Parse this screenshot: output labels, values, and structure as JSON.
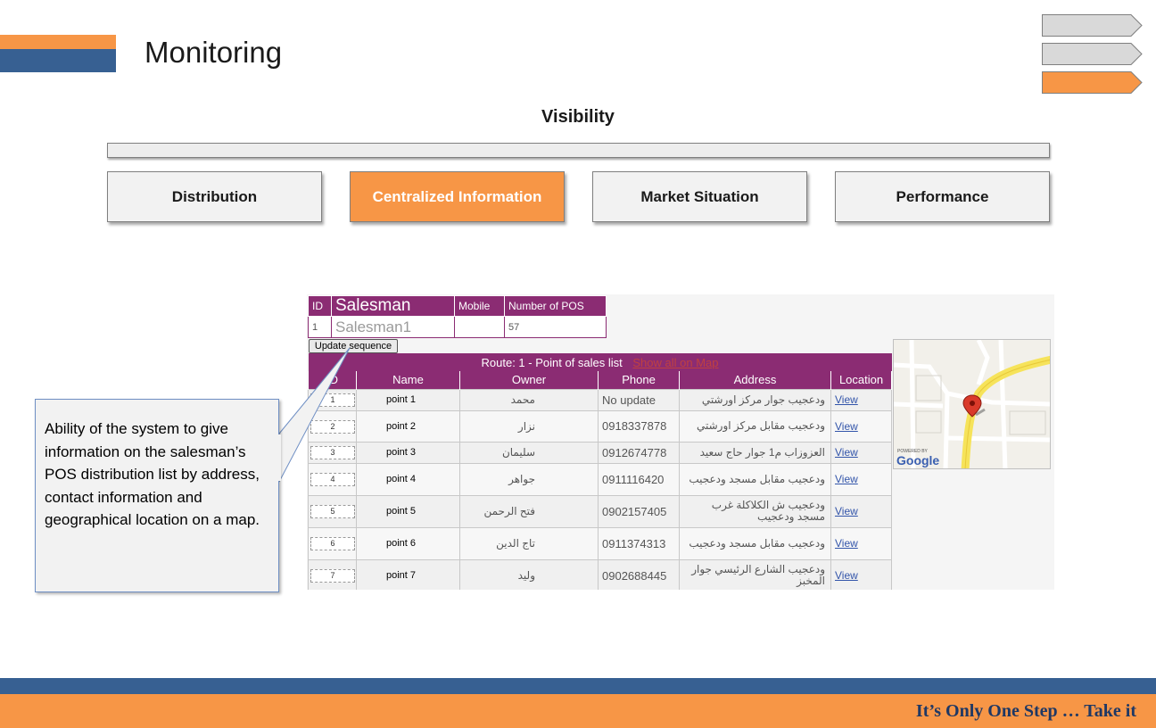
{
  "header": {
    "title": "Monitoring",
    "accent_orange": "#f79646",
    "accent_blue": "#376092"
  },
  "steps": [
    {
      "state": "inactive",
      "color": "#d9d9d9"
    },
    {
      "state": "inactive",
      "color": "#d9d9d9"
    },
    {
      "state": "active",
      "color": "#f79646"
    }
  ],
  "section": {
    "title": "Visibility"
  },
  "tabs": [
    {
      "label": "Distribution",
      "active": false
    },
    {
      "label": "Centralized Information",
      "active": true
    },
    {
      "label": "Market Situation",
      "active": false
    },
    {
      "label": "Performance",
      "active": false
    }
  ],
  "salesman_table": {
    "headers": [
      "ID",
      "Salesman",
      "Mobile",
      "Number of POS"
    ],
    "row": {
      "id": "1",
      "salesman": "Salesman1",
      "mobile": "",
      "pos_count": "57"
    }
  },
  "update_button": "Update sequence",
  "route": {
    "title": "Route: 1 - Point of sales list",
    "map_link": "Show all on Map",
    "columns": [
      "ID",
      "Name",
      "Owner",
      "Phone",
      "Address",
      "Location"
    ],
    "rows": [
      {
        "id": "1",
        "name": "point 1",
        "owner": "محمد",
        "phone": "No update",
        "address": "ودعجيب جوار مركز اورشتي",
        "location": "View"
      },
      {
        "id": "2",
        "name": "point 2",
        "owner": "نزار",
        "phone": "0918337878",
        "address": "ودعجيب مقابل مركز اورشتي",
        "location": "View"
      },
      {
        "id": "3",
        "name": "point 3",
        "owner": "سليمان",
        "phone": "0912674778",
        "address": "العزوزاب م1 جوار حاج سعيد",
        "location": "View"
      },
      {
        "id": "4",
        "name": "point 4",
        "owner": "جواهر",
        "phone": "0911116420",
        "address": "ودعجيب مقابل مسجد ودعجيب",
        "location": "View"
      },
      {
        "id": "5",
        "name": "point 5",
        "owner": "فتح الرحمن",
        "phone": "0902157405",
        "address": "ودعجيب ش الكلاكلة غرب مسجد ودعجيب",
        "location": "View"
      },
      {
        "id": "6",
        "name": "point 6",
        "owner": "تاج الدين",
        "phone": "0911374313",
        "address": "ودعجيب مقابل مسجد ودعجيب",
        "location": "View"
      },
      {
        "id": "7",
        "name": "point 7",
        "owner": "وليد",
        "phone": "0902688445",
        "address": "ودعجيب الشارع الرئيسي جوار المخبز",
        "location": "View"
      }
    ]
  },
  "map": {
    "powered_by": "POWERED BY",
    "brand": "Google"
  },
  "callout": {
    "text": "Ability of the system to give information on the salesman’s POS distribution list by address, contact information and geographical location on a map."
  },
  "footer": {
    "tagline": "It’s Only One Step … Take it"
  }
}
